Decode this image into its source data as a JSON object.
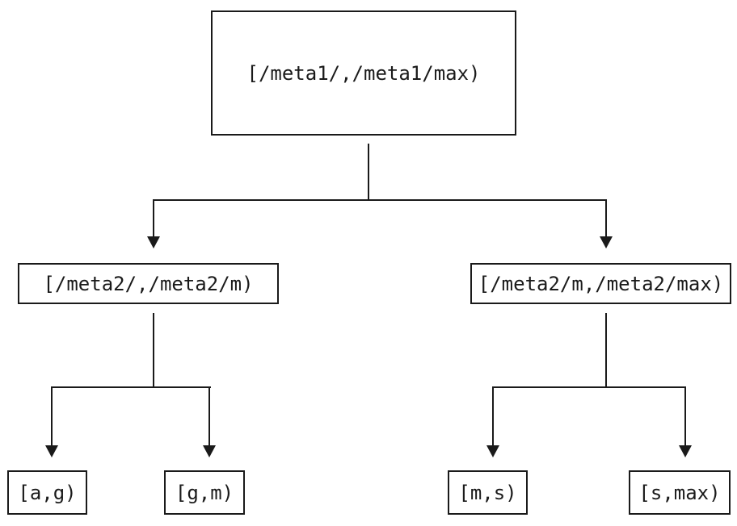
{
  "colors": {
    "line": "#1a1a1a",
    "background": "#ffffff",
    "text": "#1a1a1a"
  },
  "tree": {
    "nodes": {
      "root": {
        "label": "[/meta1/,/meta1/max)"
      },
      "meta2_low": {
        "label": "[/meta2/,/meta2/m)"
      },
      "meta2_high": {
        "label": "[/meta2/m,/meta2/max)"
      },
      "leaf_ag": {
        "label": "[a,g)"
      },
      "leaf_gm": {
        "label": "[g,m)"
      },
      "leaf_ms": {
        "label": "[m,s)"
      },
      "leaf_smax": {
        "label": "[s,max)"
      }
    },
    "edges": [
      {
        "from": "root",
        "to": "meta2_low"
      },
      {
        "from": "root",
        "to": "meta2_high"
      },
      {
        "from": "meta2_low",
        "to": "leaf_ag"
      },
      {
        "from": "meta2_low",
        "to": "leaf_gm"
      },
      {
        "from": "meta2_high",
        "to": "leaf_ms"
      },
      {
        "from": "meta2_high",
        "to": "leaf_smax"
      }
    ]
  }
}
